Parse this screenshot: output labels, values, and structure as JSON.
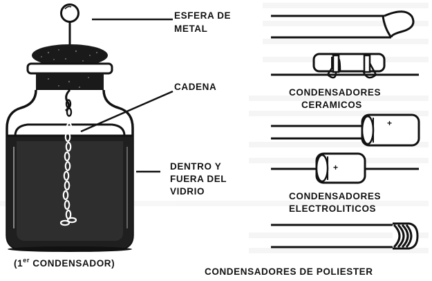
{
  "jar_labels": {
    "sphere_line1": "ESFERA DE",
    "sphere_line2": "METAL",
    "chain": "CADENA",
    "glass_line1": "DENTRO Y",
    "glass_line2": "FUERA DEL",
    "glass_line3": "VIDRIO",
    "caption_open": "(1",
    "caption_sup": "er",
    "caption_rest": " CONDENSADOR)"
  },
  "capacitor_labels": {
    "ceramic_line1": "CONDENSADORES",
    "ceramic_line2": "CERAMICOS",
    "electrolytic_line1": "CONDENSADORES",
    "electrolytic_line2": "ELECTROLITICOS",
    "polyester": "CONDENSADORES DE POLIESTER",
    "plus_sign": "+"
  }
}
